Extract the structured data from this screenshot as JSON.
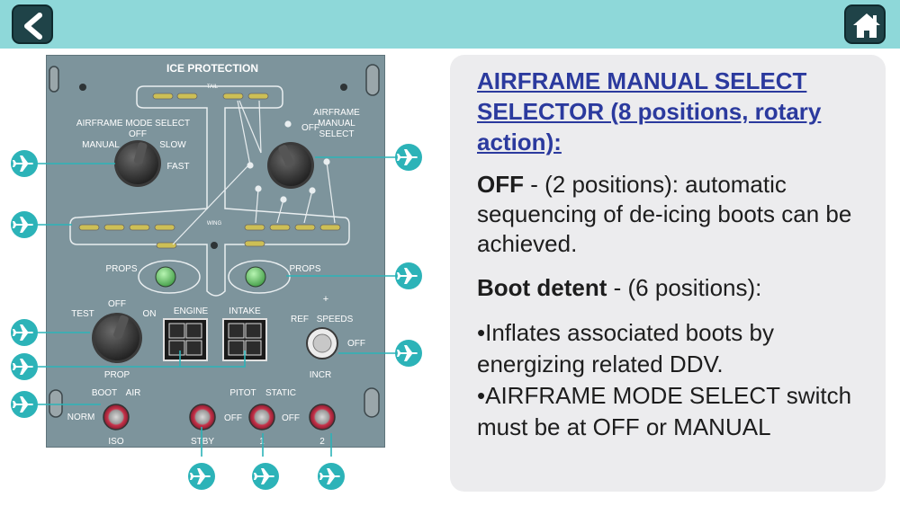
{
  "nav": {
    "back_icon": "chevron-left-icon",
    "home_icon": "home-icon"
  },
  "colors": {
    "topbar": "#8ed8d9",
    "callout": "#2cb3b8",
    "panel": "#7d949c",
    "title_link": "#2b3a9e"
  },
  "panel": {
    "title": "ICE PROTECTION",
    "tail": "TAIL",
    "wing": "WING",
    "airframe_mode_select": {
      "title": "AIRFRAME MODE SELECT",
      "off": "OFF",
      "manual": "MANUAL",
      "slow": "SLOW",
      "fast": "FAST"
    },
    "airframe_manual_select": {
      "line1": "AIRFRAME",
      "line2": "MANUAL",
      "line3": "SELECT",
      "off": "OFF"
    },
    "props_left": "PROPS",
    "props_right": "PROPS",
    "prop_knob": {
      "test": "TEST",
      "off": "OFF",
      "on": "ON",
      "prop": "PROP"
    },
    "engine": "ENGINE",
    "intake": "INTAKE",
    "ref_speeds": {
      "plus": "+",
      "ref": "REF",
      "speeds": "SPEEDS",
      "off": "OFF",
      "incr": "INCR"
    },
    "boot_air": {
      "boot": "BOOT",
      "air": "AIR",
      "norm": "NORM",
      "iso": "ISO"
    },
    "stby": "STBY",
    "pitot_static": {
      "pitot": "PITOT",
      "static": "STATIC",
      "off1": "OFF",
      "off2": "OFF",
      "one": "1",
      "two": "2"
    }
  },
  "info": {
    "title": "AIRFRAME MANUAL SELECT SELECTOR (8 positions, rotary action):",
    "off_label": "OFF",
    "off_text": " - (2 positions): automatic sequencing of de-icing boots can be achieved.",
    "boot_label": "Boot detent",
    "boot_text": " - (6 positions):",
    "bullets": [
      "•Inflates associated boots by energizing related DDV.",
      "•AIRFRAME MODE SELECT switch must be at OFF or MANUAL"
    ]
  }
}
